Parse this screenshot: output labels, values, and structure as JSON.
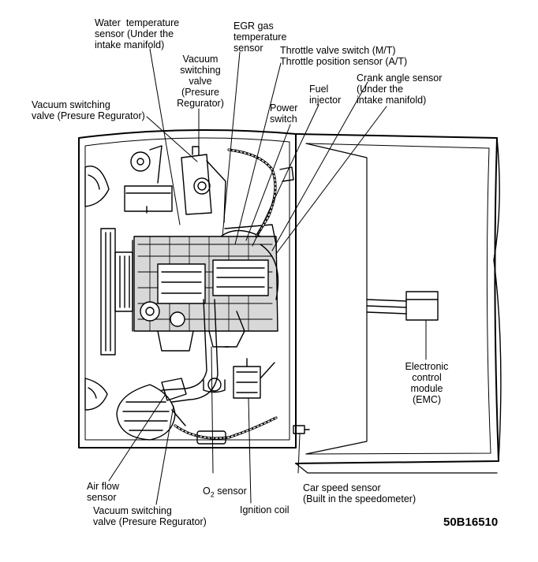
{
  "labels": {
    "water_temp_sensor": "Water  temperature\nsensor (Under the\nintake manifold)",
    "egr_gas_temp_sensor": "EGR gas\ntemperature\nsensor",
    "throttle_valve_switch": "Throttle valve switch (M/T)\nThrottle position sensor (A/T)",
    "vacuum_switching_valve_upper": "Vacuum\nswitching\nvalve\n(Presure\nRegurator)",
    "crank_angle_sensor": "Crank angle sensor\n(Under the\nintake manifold)",
    "vacuum_switching_valve_left": "Vacuum switching\nvalve (Presure Regurator)",
    "fuel_injector": "Fuel\ninjector",
    "power_switch": "Power\nswitch",
    "electronic_control_module": "Electronic\ncontrol\nmodule\n(EMC)",
    "air_flow_sensor": "Air flow\nsensor",
    "o2_sensor_main": "O",
    "o2_sensor_sub": "2",
    "o2_sensor_rest": " sensor",
    "car_speed_sensor": "Car speed sensor\n(Built in the speedometer)",
    "vacuum_switching_valve_lower": "Vacuum switching\nvalve (Presure Regurator)",
    "ignition_coil": "Ignition coil"
  },
  "figure_code": "50B16510",
  "colors": {
    "ink": "#000000",
    "paper": "#ffffff",
    "shade": "#d8d8d8"
  }
}
